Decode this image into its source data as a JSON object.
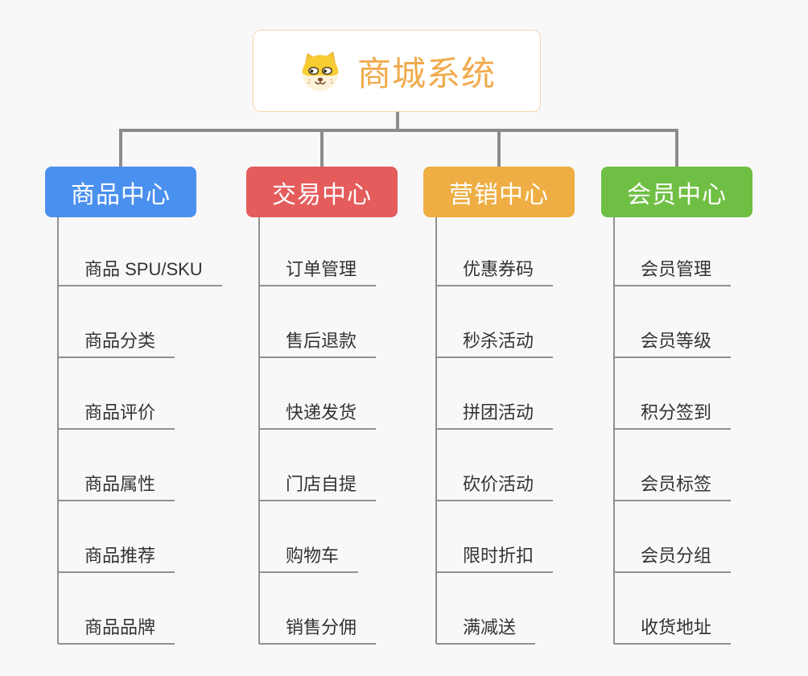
{
  "background": "#f8f8f8",
  "connector_color": "#8c8c8c",
  "root": {
    "title": "商城系统",
    "icon": "doge-face-icon",
    "text_color": "#f0ab4c",
    "border_color": "#f2ab57"
  },
  "branches": [
    {
      "id": "product-center",
      "label": "商品中心",
      "color": "#4a90ee",
      "children": [
        "商品 SPU/SKU",
        "商品分类",
        "商品评价",
        "商品属性",
        "商品推荐",
        "商品品牌"
      ]
    },
    {
      "id": "trade-center",
      "label": "交易中心",
      "color": "#e45c5c",
      "children": [
        "订单管理",
        "售后退款",
        "快递发货",
        "门店自提",
        "购物车",
        "销售分佣"
      ]
    },
    {
      "id": "marketing-center",
      "label": "营销中心",
      "color": "#eeae43",
      "children": [
        "优惠券码",
        "秒杀活动",
        "拼团活动",
        "砍价活动",
        "限时折扣",
        "满减送"
      ]
    },
    {
      "id": "member-center",
      "label": "会员中心",
      "color": "#6fbf44",
      "children": [
        "会员管理",
        "会员等级",
        "积分签到",
        "会员标签",
        "会员分组",
        "收货地址"
      ]
    }
  ]
}
